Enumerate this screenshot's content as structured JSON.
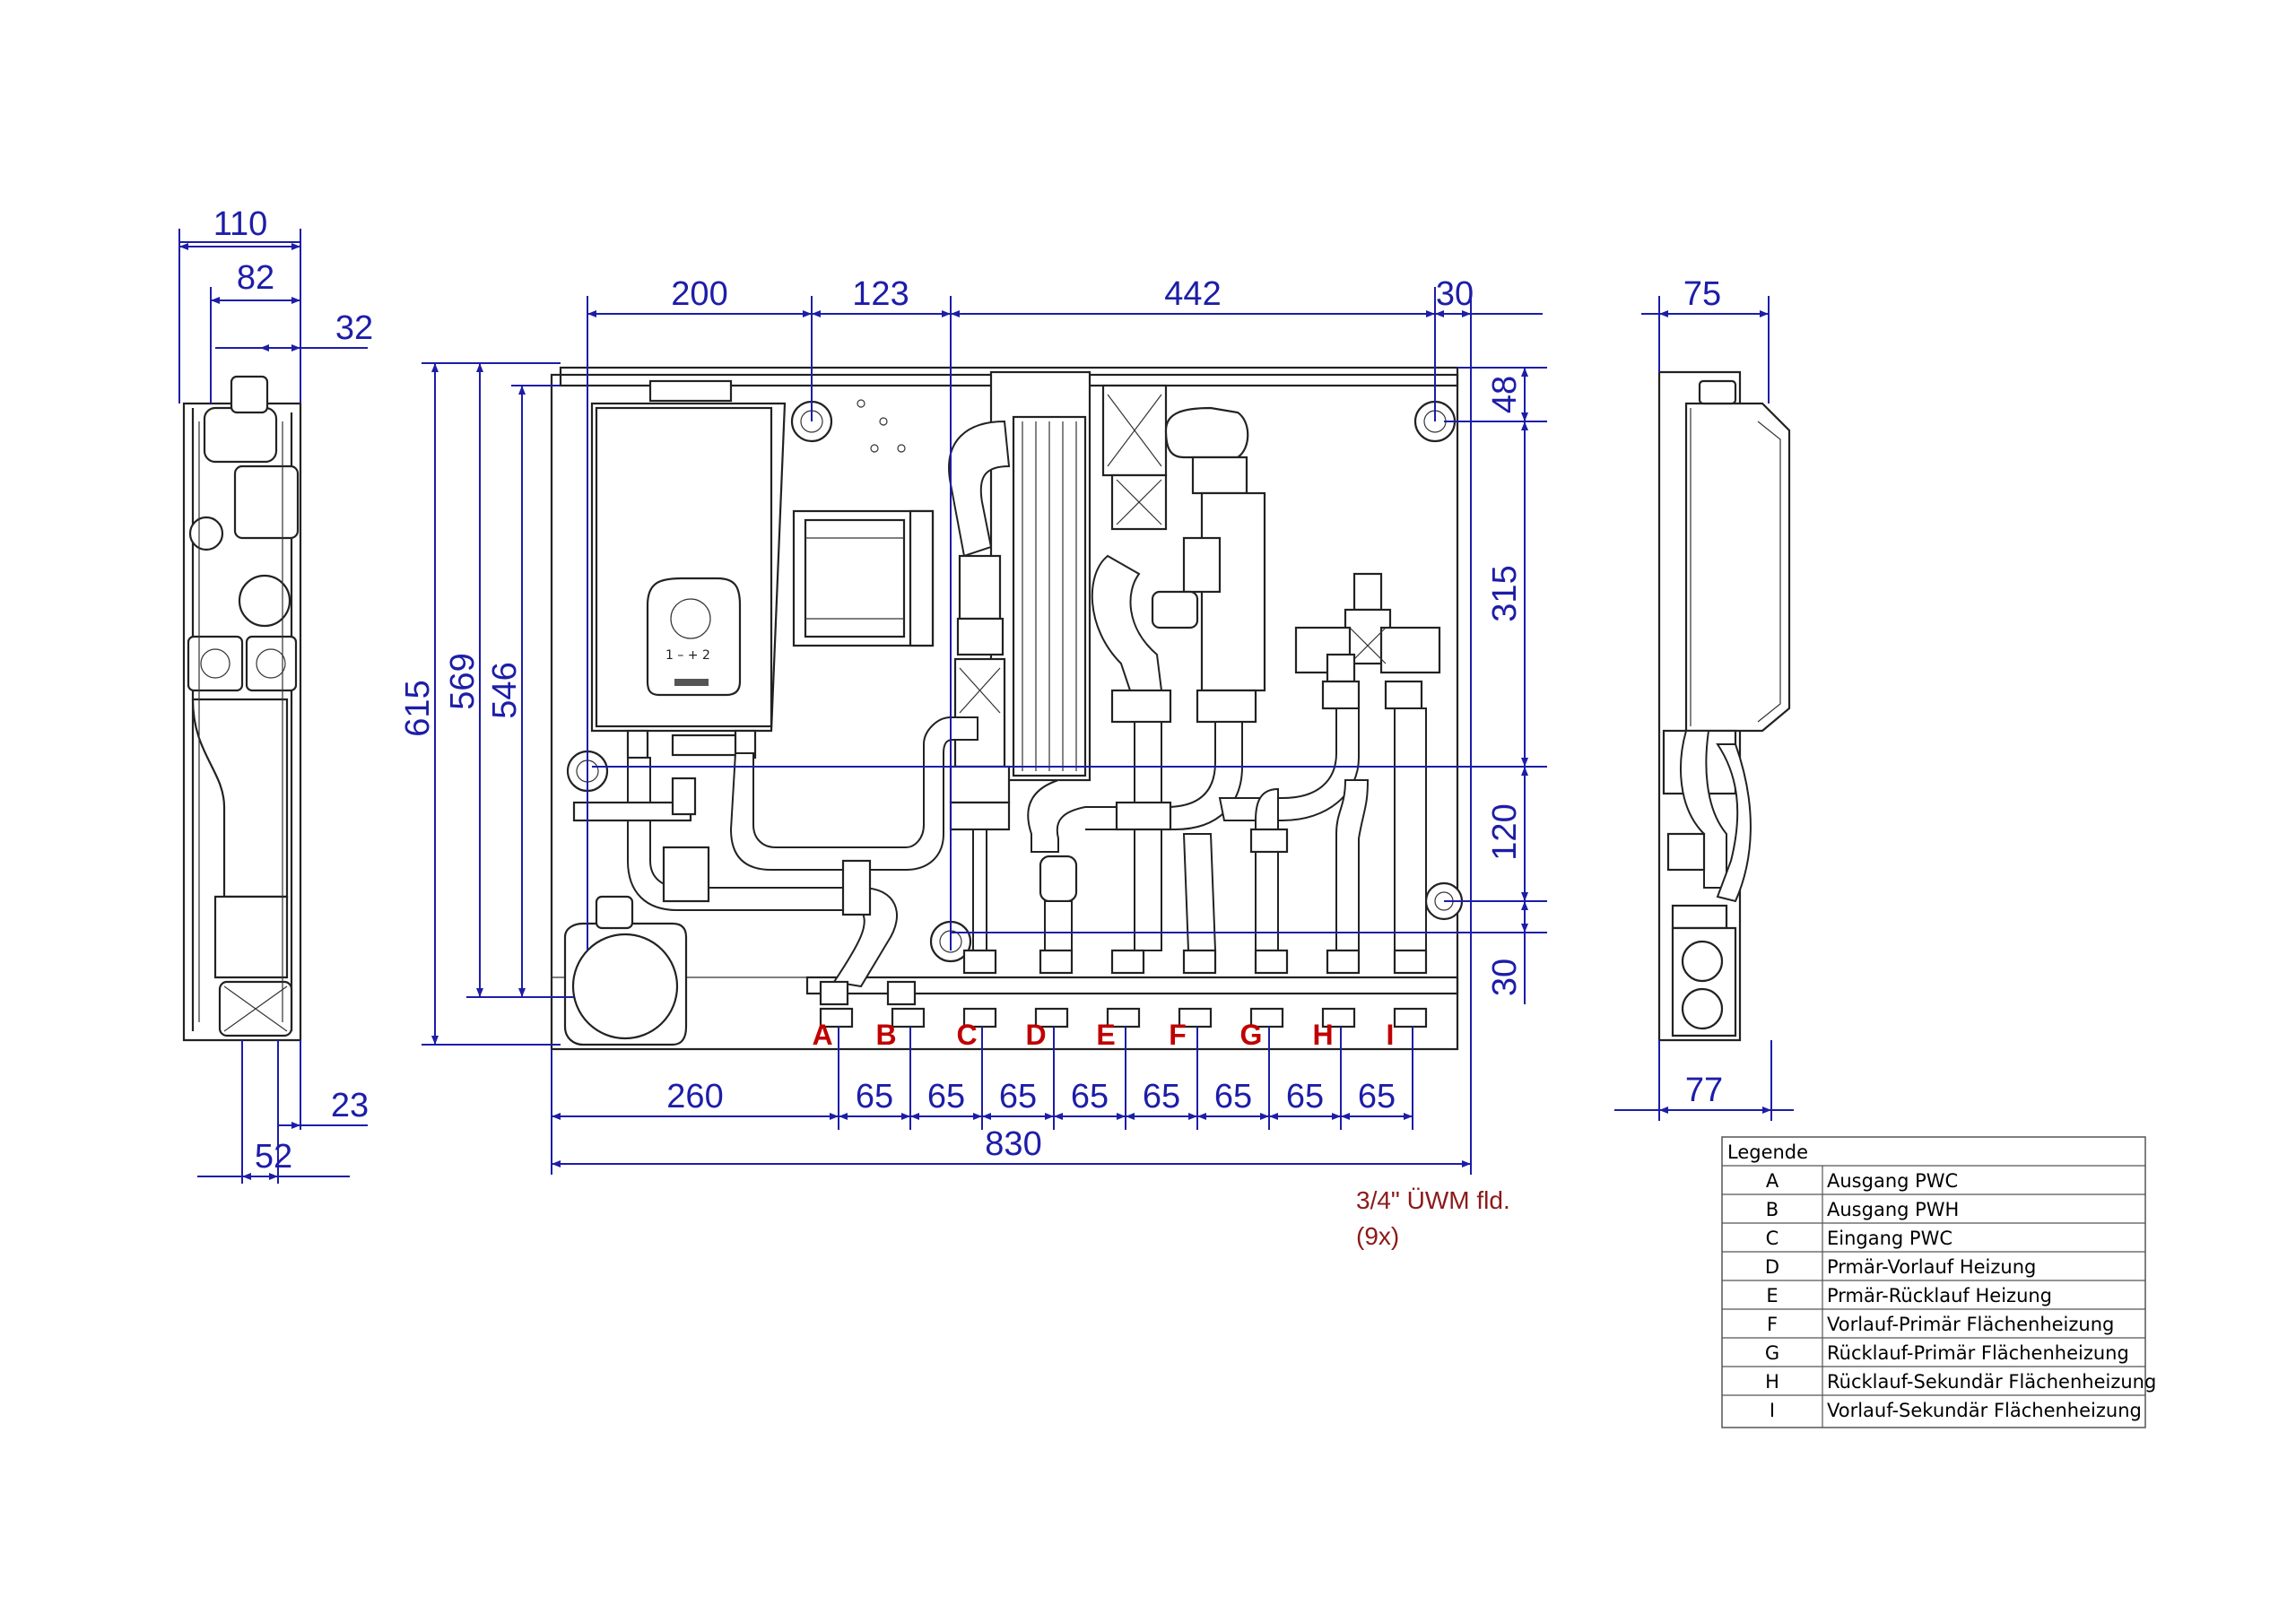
{
  "front": {
    "top_dims": [
      "200",
      "123",
      "442",
      "30"
    ],
    "left_dims": [
      "615",
      "569",
      "546"
    ],
    "right_dims": [
      "48",
      "315",
      "120",
      "30"
    ],
    "bottom_dims": [
      "260",
      "65",
      "65",
      "65",
      "65",
      "65",
      "65",
      "65",
      "65"
    ],
    "overall_width": "830",
    "ports": [
      "A",
      "B",
      "C",
      "D",
      "E",
      "F",
      "G",
      "H",
      "I"
    ],
    "connection_note_line1": "3/4\" ÜWM fld.",
    "connection_note_line2": "(9x)"
  },
  "left_side": {
    "top_dims": [
      "110",
      "82",
      "32"
    ],
    "bottom_dims": [
      "23",
      "52"
    ]
  },
  "right_side": {
    "top_dim": "75",
    "bottom_dim": "77"
  },
  "legend": {
    "title": "Legende",
    "rows": [
      {
        "key": "A",
        "label": "Ausgang PWC"
      },
      {
        "key": "B",
        "label": "Ausgang PWH"
      },
      {
        "key": "C",
        "label": "Eingang PWC"
      },
      {
        "key": "D",
        "label": "Prmär-Vorlauf Heizung"
      },
      {
        "key": "E",
        "label": "Prmär-Rücklauf Heizung"
      },
      {
        "key": "F",
        "label": "Vorlauf-Primär Flächenheizung"
      },
      {
        "key": "G",
        "label": "Rücklauf-Primär Flächenheizung"
      },
      {
        "key": "H",
        "label": "Rücklauf-Sekundär Flächenheizung"
      },
      {
        "key": "I",
        "label": "Vorlauf-Sekundär Flächenheizung"
      }
    ]
  },
  "colors": {
    "dimension": "#1d1da8",
    "port_label": "#c00000",
    "note": "#8b1a1a",
    "outline": "#222222"
  }
}
